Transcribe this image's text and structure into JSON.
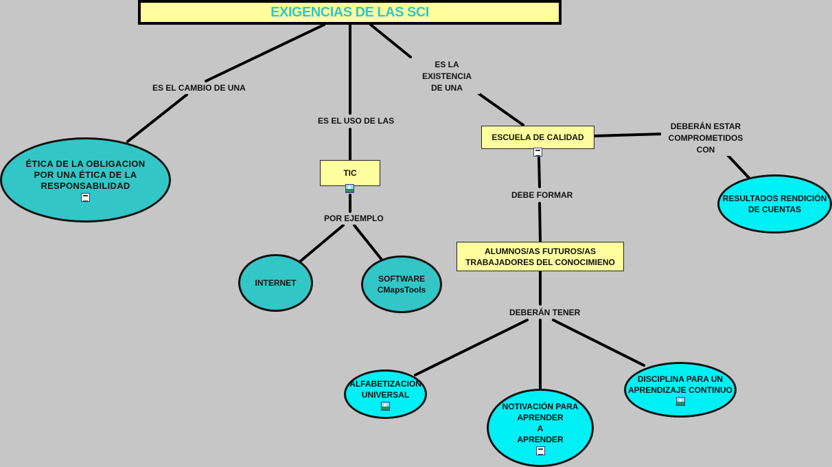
{
  "title": "EXIGENCIAS DE LAS SCI",
  "nodes": {
    "etica": "ÉTICA DE LA OBLIGACION\nPOR UNA ÉTICA DE LA\nRESPONSABILIDAD",
    "tic": "TIC",
    "internet": "INTERNET",
    "software": "SOFTWARE\nCMapsTools",
    "escuela": "ESCUELA DE CALIDAD",
    "resultados": "RESULTADOS RENDICIÓN\nDE CUENTAS",
    "alumnos": "ALUMNOS/AS FUTUROS/AS\nTRABAJADORES DEL CONOCIMIENO",
    "alfabetizacion": "ALFABETIZACION\nUNIVERSAL",
    "motivacion": "NOTIVACIÓN PARA\nAPRENDER\nA\nAPRENDER",
    "disciplina": "DISCIPLINA PARA UN\nAPRENDIZAJE CONTINUO"
  },
  "links": {
    "cambio": "ES EL CAMBIO DE UNA",
    "uso": "ES EL USO DE LAS",
    "existencia": "ES LA EXISTENCIA\nDE UNA",
    "ejemplo": "POR EJEMPLO",
    "comprometidos": "DEBERÁN ESTAR\nCOMPROMETIDOS CON",
    "formar": "DEBE FORMAR",
    "tener": "DEBERÁN TENER"
  },
  "icons": {
    "etica": "document-icon",
    "tic": "image-icon",
    "escuela": "document-icon",
    "alfabetizacion": "image-icon",
    "motivacion": "document-icon",
    "disciplina": "image-icon"
  },
  "colors": {
    "background": "#c6c6c6",
    "title_fill": "#ffffa0",
    "title_text": "#33c6c6",
    "concept_box": "#ffffa0",
    "teal_node": "#33c6c6",
    "cyan_node": "#00f0f6",
    "connector": "#000000"
  }
}
